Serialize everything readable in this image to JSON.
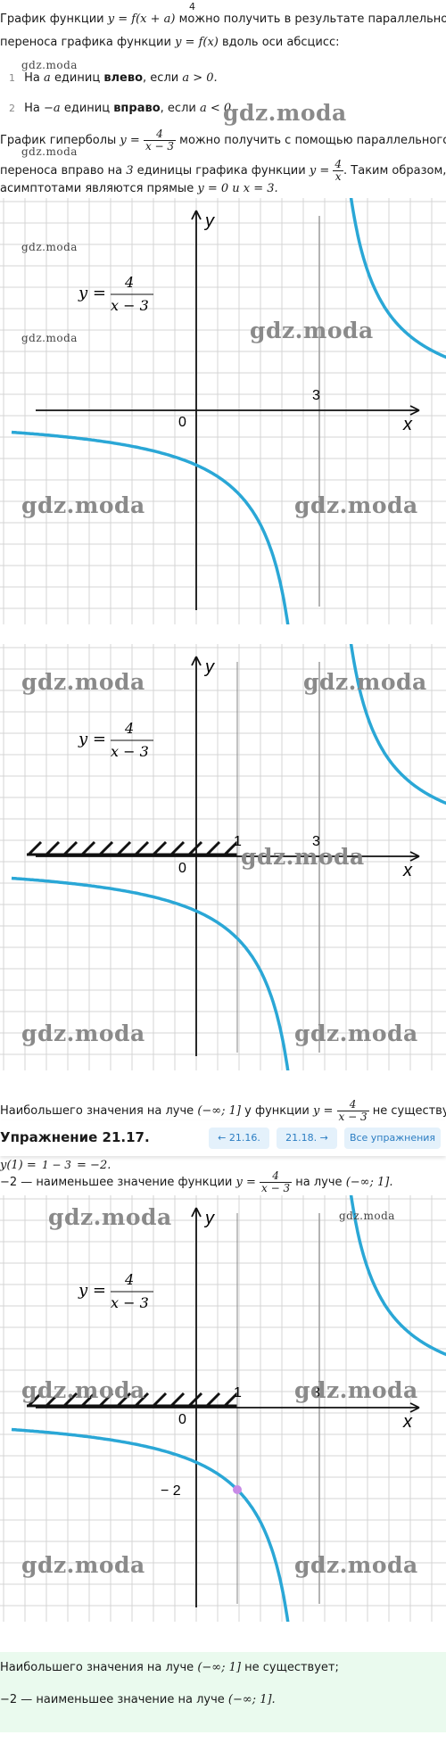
{
  "intro": {
    "top_digit": "4",
    "line1_a": "График функции",
    "line1_formula": "y = f(x + a)",
    "line1_b": "можно получить в результате параллельного",
    "line2_a": "переноса графика функции",
    "line2_formula": "y = f(x)",
    "line2_b": "вдоль оси абсцисс:",
    "item1_num": "1",
    "item1_a": "На",
    "item1_var": "a",
    "item1_b": "единиц",
    "item1_bold": "влево",
    "item1_c": ", если",
    "item1_cond": "a > 0.",
    "item2_num": "2",
    "item2_a": "На",
    "item2_var": "−a",
    "item2_b": "единиц",
    "item2_bold": "вправо",
    "item2_c": ", если",
    "item2_cond": "a < 0.",
    "line3_a": "График гиперболы",
    "line3_y": "y =",
    "frac_num": "4",
    "frac_den": "x − 3",
    "line3_b": "можно получить с помощью параллельного",
    "line4_a": "переноса вправо на",
    "line4_3": "3",
    "line4_b": "единицы графика функции",
    "line4_y": "y =",
    "frac2_num": "4",
    "frac2_den": "x",
    "line4_c": ". Таким образом,",
    "line5_a": "асимптотами являются прямые",
    "line5_f": "y = 0 и x = 3."
  },
  "watermarks": {
    "big": "gdz.moda",
    "small": "gdz.moda"
  },
  "graph_labels": {
    "y_axis": "y",
    "x_axis": "x",
    "origin": "0",
    "three": "3",
    "one": "1",
    "minus_two": "− 2",
    "formula_y": "y =",
    "formula_num": "4",
    "formula_den": "x − 3"
  },
  "mid_text": {
    "a": "Наибольшего значения на луче",
    "interval": "(−∞; 1]",
    "b": "у функции",
    "y": "y =",
    "num": "4",
    "den": "x − 3",
    "c": "не существует."
  },
  "nav": {
    "title": "Упражнение 21.17.",
    "prev": "← 21.16.",
    "next": "21.18. →",
    "all": "Все упражнения"
  },
  "ex17": {
    "line1_a": "y(1) =",
    "line1_frac_den": "1 − 3",
    "line1_b": "= −2.",
    "line2_a": "−2 — наименьшее значение функции",
    "line2_y": "y =",
    "line2_num": "4",
    "line2_den": "x − 3",
    "line2_b": "на луче",
    "line2_int": "(−∞; 1]."
  },
  "answer": {
    "line1_a": "Наибольшего значения на луче",
    "line1_int": "(−∞; 1]",
    "line1_b": "не существует;",
    "line2_a": "−2 — наименьшее значение на луче",
    "line2_int": "(−∞; 1]."
  },
  "colors": {
    "curve": "#2aa7d6",
    "grid": "#d4d4d4",
    "axis": "#111111",
    "asymptote": "#9a9a9a",
    "point": "#c78ae6",
    "nav_bg": "#e4f1fb",
    "nav_text": "#2b7dc2",
    "answer_bg": "#eafaee"
  },
  "chart_data": [
    {
      "type": "line",
      "series": [
        {
          "formula": "y = 4/(x - 3)",
          "x_left": [
            -4.5,
            2.3
          ],
          "x_right": [
            3.08,
            6.2
          ]
        }
      ],
      "asymptotes": {
        "vertical_x": 3,
        "horizontal_y": 0
      },
      "xlim": [
        -4.5,
        6.2
      ],
      "ylim": [
        -4.5,
        4.8
      ],
      "tick_labels": [
        "0",
        "3"
      ],
      "xlabel": "x",
      "ylabel": "y",
      "title": "",
      "grid": true
    },
    {
      "type": "line",
      "series": [
        {
          "formula": "y = 4/(x - 3)",
          "x_left": [
            -4.5,
            2.3
          ],
          "x_right": [
            3.08,
            6.2
          ]
        }
      ],
      "asymptotes": {
        "vertical_x": 3,
        "horizontal_y": 0
      },
      "marked_x": 1,
      "shaded_interval": "(-∞; 1]",
      "xlim": [
        -4.5,
        6.2
      ],
      "ylim": [
        -4.5,
        4.8
      ],
      "tick_labels": [
        "0",
        "1",
        "3"
      ],
      "xlabel": "x",
      "ylabel": "y",
      "title": "",
      "grid": true
    },
    {
      "type": "line",
      "series": [
        {
          "formula": "y = 4/(x - 3)",
          "x_left": [
            -4.5,
            2.3
          ],
          "x_right": [
            3.08,
            6.2
          ]
        }
      ],
      "asymptotes": {
        "vertical_x": 3,
        "horizontal_y": 0
      },
      "marked_x": 1,
      "shaded_interval": "(-∞; 1]",
      "points": [
        {
          "x": 1,
          "y": -2
        }
      ],
      "xlim": [
        -4.5,
        6.2
      ],
      "ylim": [
        -4.5,
        4.8
      ],
      "tick_labels": [
        "0",
        "1",
        "3",
        "− 2"
      ],
      "xlabel": "x",
      "ylabel": "y",
      "title": "",
      "grid": true
    }
  ]
}
